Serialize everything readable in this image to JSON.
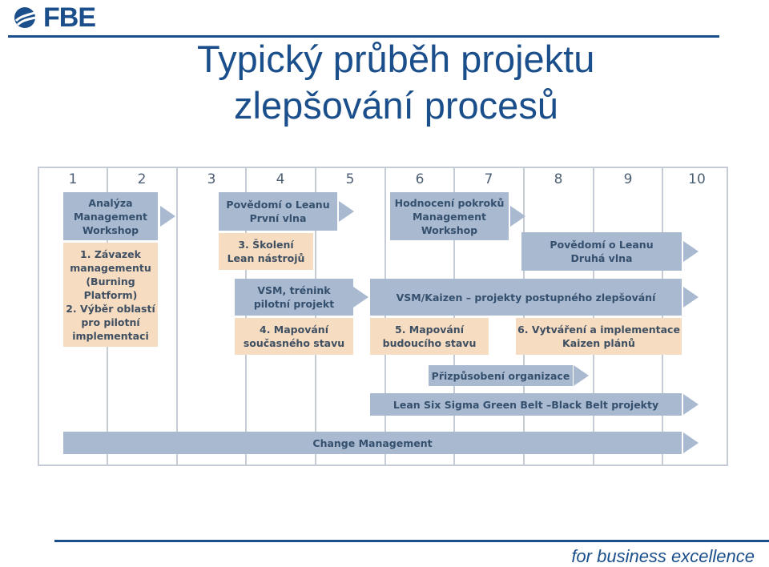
{
  "header": {
    "logo_text": "FBE",
    "title_line1": "Typický průběh projektu",
    "title_line2": "zlepšování procesů"
  },
  "diagram": {
    "columns": [
      "1",
      "2",
      "3",
      "4",
      "5",
      "6",
      "7",
      "8",
      "9",
      "10"
    ],
    "boxes": {
      "analyza": "Analýza\nManagement\nWorkshop",
      "zavazek": "1. Závazek\nmanagementu\n(Burning\nPlatform)\n2. Výběr oblastí\npro pilotní\nimplementaci",
      "povedomi1": "Povědomí o Leanu\nPrvní vlna",
      "skoleni": "3. Školení\nLean nástrojů",
      "hodnoceni": "Hodnocení pokroků\nManagement\nWorkshop",
      "povedomi2": "Povědomí o Leanu\nDruhá vlna",
      "vsm_trenink": "VSM, trénink\npilotní projekt",
      "vsm_kaizen": "VSM/Kaizen – projekty postupného zlepšování",
      "mapovani_soucasny": "4. Mapování\nsoučasného stavu",
      "mapovani_budouci": "5. Mapování\nbudoucího stavu",
      "vytvareni": "6. Vytváření a implementace\nKaizen plánů",
      "prizpusobeni": "Přizpůsobení organizace",
      "six_sigma": "Lean Six Sigma Green Belt –Black Belt projekty",
      "change_mgmt": "Change Management"
    },
    "colors": {
      "activity": "#a9b9cf",
      "deliverable": "#f6dcc0",
      "brand": "#1b4f8c"
    }
  },
  "footer": {
    "tagline": "for business excellence"
  }
}
